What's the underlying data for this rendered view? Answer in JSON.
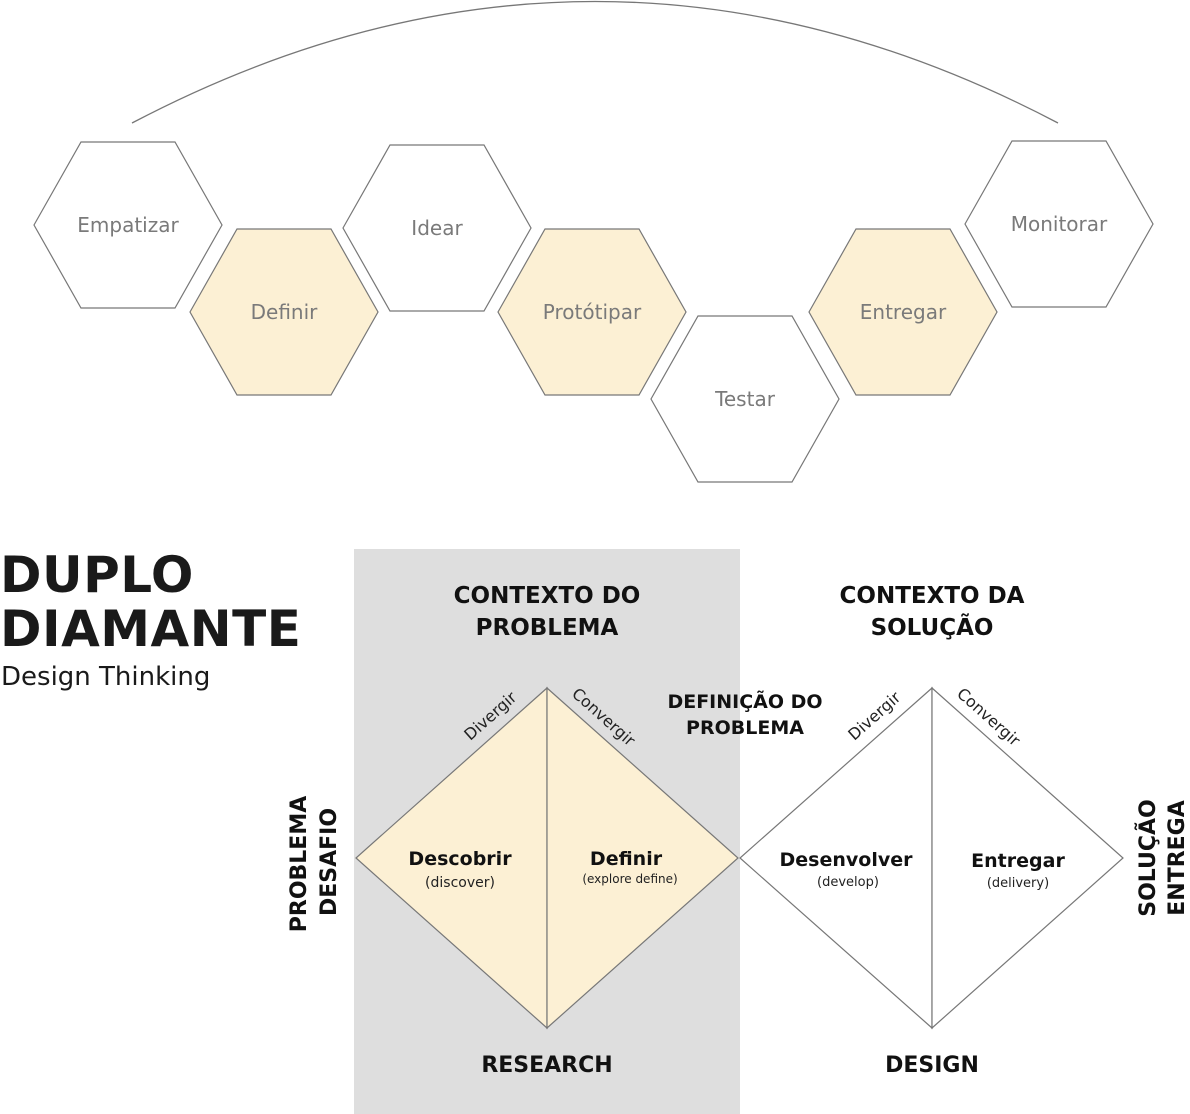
{
  "design_thinking_steps": [
    {
      "label": "Empatizar",
      "highlighted": false
    },
    {
      "label": "Definir",
      "highlighted": true
    },
    {
      "label": "Idear",
      "highlighted": false
    },
    {
      "label": "Protótipar",
      "highlighted": true
    },
    {
      "label": "Testar",
      "highlighted": false
    },
    {
      "label": "Entregar",
      "highlighted": true
    },
    {
      "label": "Monitorar",
      "highlighted": false
    }
  ],
  "colors": {
    "highlight_fill": "#fcf0d4",
    "hex_stroke": "#777777",
    "research_panel": "#dedede",
    "diamond_stroke": "#777777"
  },
  "double_diamond": {
    "title_line1": "DUPLO",
    "title_line2": "DIAMANTE",
    "subtitle": "Design Thinking",
    "context_problem_line1": "CONTEXTO DO",
    "context_problem_line2": "PROBLEMA",
    "context_solution_line1": "CONTEXTO DA",
    "context_solution_line2": "SOLUÇÃO",
    "problem_definition_line1": "DEFINIÇÃO DO",
    "problem_definition_line2": "PROBLEMA",
    "left_label_line1": "PROBLEMA",
    "left_label_line2": "DESAFIO",
    "right_label_line1": "SOLUÇÃO",
    "right_label_line2": "ENTREGA",
    "research_label": "RESEARCH",
    "design_label": "DESIGN",
    "diverge_label": "Divergir",
    "converge_label": "Convergir",
    "phases": [
      {
        "title": "Descobrir",
        "subtitle": "(discover)"
      },
      {
        "title": "Definir",
        "subtitle": "(explore define)"
      },
      {
        "title": "Desenvolver",
        "subtitle": "(develop)"
      },
      {
        "title": "Entregar",
        "subtitle": "(delivery)"
      }
    ]
  }
}
